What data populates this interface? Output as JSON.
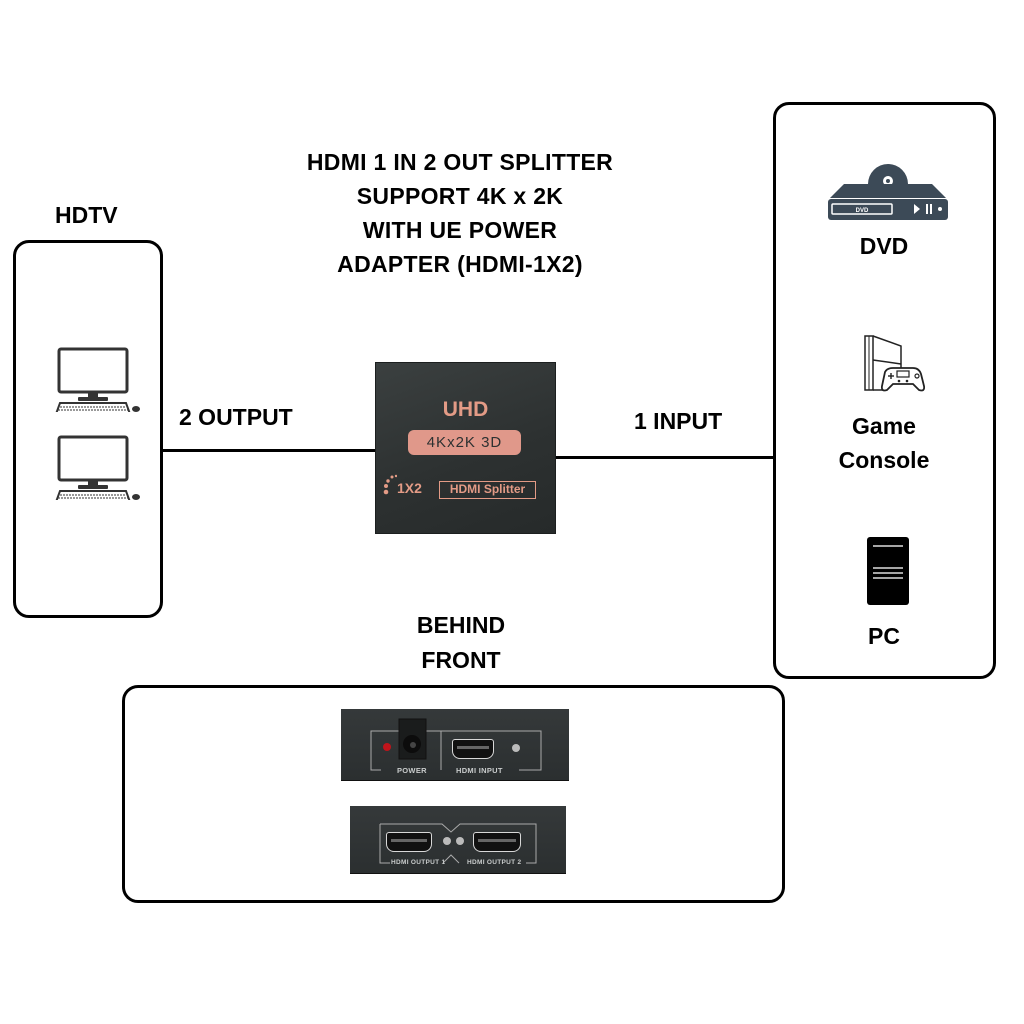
{
  "title": {
    "lines": [
      "HDMI 1 IN 2 OUT SPLITTER",
      "SUPPORT 4K x 2K",
      "WITH UE POWER",
      "ADAPTER (HDMI-1X2)"
    ]
  },
  "output_side": {
    "heading": "HDTV",
    "connection_label": "2 OUTPUT",
    "devices": [
      {
        "icon": "desktop-computer-icon"
      },
      {
        "icon": "desktop-computer-icon"
      }
    ]
  },
  "input_side": {
    "connection_label": "1 INPUT",
    "sources": [
      {
        "label": "DVD",
        "icon": "dvd-player-icon",
        "icon_text": "DVD"
      },
      {
        "label_line1": "Game",
        "label_line2": "Console",
        "icon": "game-console-icon"
      },
      {
        "label": "PC",
        "icon": "pc-tower-icon"
      }
    ]
  },
  "splitter": {
    "heading": "UHD",
    "badge": "4Kx2K 3D",
    "model_prefix": "1X2",
    "model_name": "HDMI Splitter",
    "colors": {
      "accent": "#e39b86",
      "body": "#2d3131"
    }
  },
  "views": {
    "heading_line1": "BEHIND",
    "heading_line2": "FRONT",
    "back_panel": {
      "power_label": "POWER",
      "input_label": "HDMI INPUT"
    },
    "front_panel": {
      "output1_label": "HDMI OUTPUT 1",
      "output2_label": "HDMI OUTPUT 2"
    }
  }
}
